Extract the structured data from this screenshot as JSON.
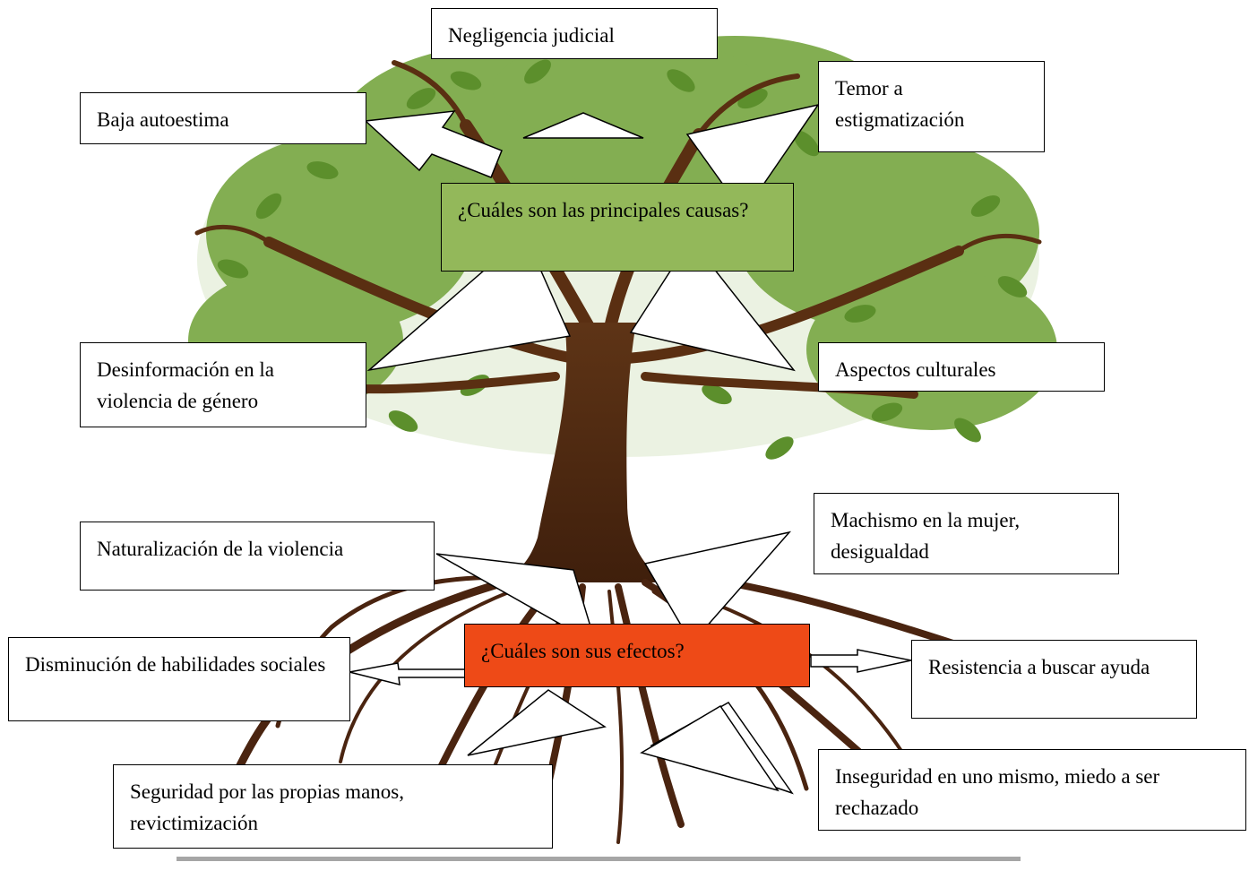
{
  "diagram": {
    "causes_question": "¿Cuáles son las principales causas?",
    "effects_question": "¿Cuáles son sus efectos?",
    "causes": {
      "negligencia": "Negligencia judicial",
      "autoestima": "Baja autoestima",
      "temor": "Temor a estigmatización",
      "desinformacion": "Desinformación en la violencia de género",
      "culturales": "Aspectos culturales"
    },
    "effects": {
      "naturalizacion": "Naturalización de la violencia",
      "machismo": "Machismo en la mujer, desigualdad",
      "disminucion": "Disminución de habilidades sociales",
      "resistencia": "Resistencia a buscar ayuda",
      "seguridad": "Seguridad por las propias manos, revictimización",
      "inseguridad": "Inseguridad en uno mismo, miedo a ser rechazado"
    },
    "colors": {
      "causes_box": "#93b85a",
      "effects_box": "#ee4a17",
      "trunk": "#5a2f12",
      "leaves": "#6f9e3c",
      "roots": "#4a2410"
    },
    "icons": [
      "tree-illustration",
      "arrow-callout-shapes"
    ]
  }
}
